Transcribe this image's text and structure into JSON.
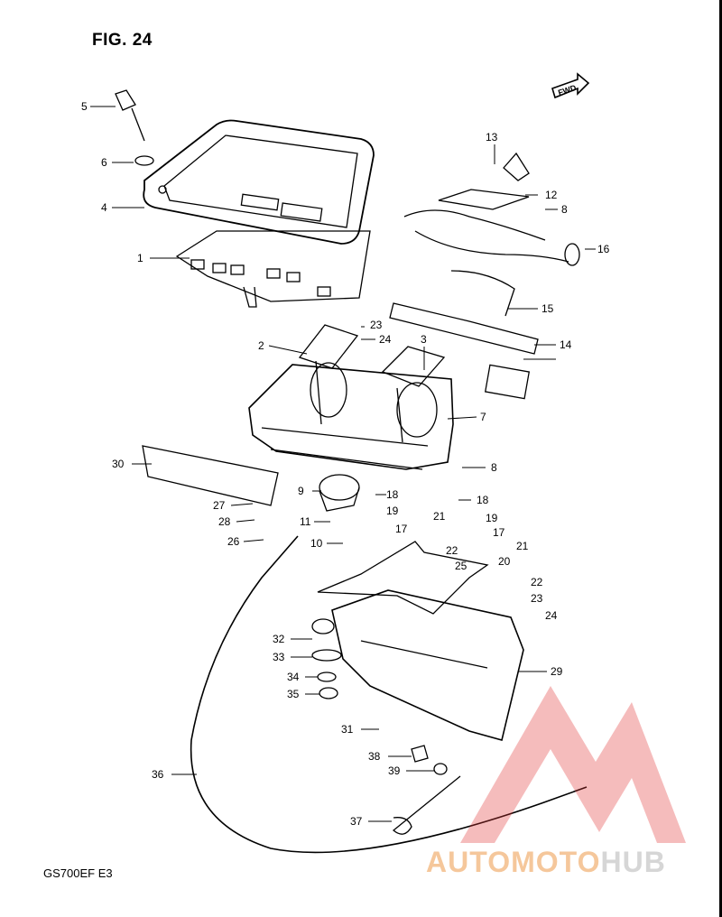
{
  "figure": {
    "title": "FIG. 24",
    "model_code": "GS700EF  E3",
    "fwd_badge": "FWD"
  },
  "callouts": [
    "1",
    "2",
    "3",
    "4",
    "5",
    "6",
    "7",
    "8",
    "8",
    "9",
    "10",
    "11",
    "12",
    "13",
    "14",
    "15",
    "16",
    "17",
    "17",
    "18",
    "18",
    "19",
    "19",
    "20",
    "21",
    "21",
    "22",
    "22",
    "23",
    "23",
    "24",
    "24",
    "25",
    "26",
    "27",
    "28",
    "29",
    "30",
    "31",
    "32",
    "33",
    "34",
    "35",
    "36",
    "37",
    "38",
    "39"
  ],
  "watermark": {
    "text_main": "AUTOMOTO",
    "text_accent": "HUB",
    "color_main": "#f2b57a",
    "color_accent": "#c9c9c9",
    "logo_color": "#e23a3a"
  },
  "colors": {
    "ink": "#000000",
    "paper": "#ffffff"
  }
}
